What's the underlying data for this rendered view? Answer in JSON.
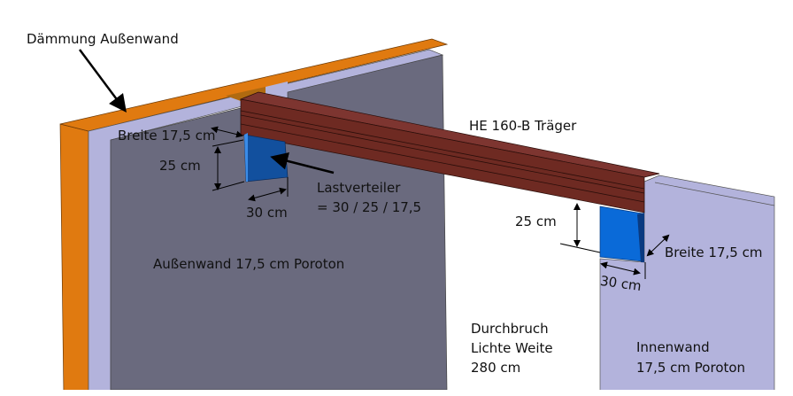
{
  "labels": {
    "insulation": "Dämmung Außenwand",
    "beam": "HE 160-B Träger",
    "left_width": "Breite 17,5 cm",
    "left_height": "25 cm",
    "left_length": "30 cm",
    "load_distributor_1": "Lastverteiler",
    "load_distributor_2": "= 30 / 25 / 17,5",
    "outer_wall": "Außenwand 17,5 cm Poroton",
    "right_height": "25 cm",
    "right_width": "Breite 17,5 cm",
    "right_length": "30 cm",
    "opening_1": "Durchbruch",
    "opening_2": "Lichte Weite",
    "opening_3": "280 cm",
    "inner_wall_1": "Innenwand",
    "inner_wall_2": "17,5 cm Poroton"
  },
  "colors": {
    "insulation": "#e07a10",
    "wall_edge": "#b3b3dc",
    "outer_wall_face": "#6a6a7e",
    "beam": "#6e2a22",
    "block_left": "#12509e",
    "block_right": "#0a6ad8",
    "inner_wall": "#b3b3dc"
  }
}
